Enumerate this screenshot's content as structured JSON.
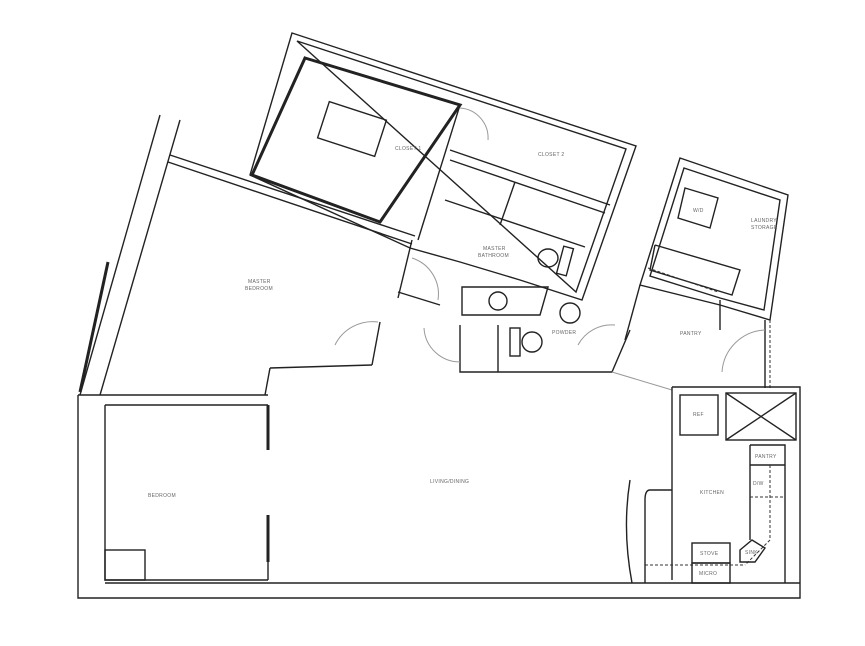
{
  "plan": {
    "rooms": {
      "closet_1": "CLOSET 1",
      "closet_2": "CLOSET 2",
      "master_bathroom_l1": "MASTER",
      "master_bathroom_l2": "BATHROOM",
      "master_bedroom_l1": "MASTER",
      "master_bedroom_l2": "BEDROOM",
      "laundry_l1": "LAUNDRY",
      "laundry_l2": "STORAGE",
      "washer_dryer": "W/D",
      "pantry": "PANTRY",
      "powder": "POWDER",
      "living_dining": "LIVING/DINING",
      "bedroom": "BEDROOM",
      "kitchen": "KITCHEN"
    },
    "fixtures": {
      "ref": "REF",
      "kitchen_pantry": "PANTRY",
      "dw": "D/W",
      "stove": "STOVE",
      "micro": "MICRO",
      "sink": "SINK"
    }
  }
}
